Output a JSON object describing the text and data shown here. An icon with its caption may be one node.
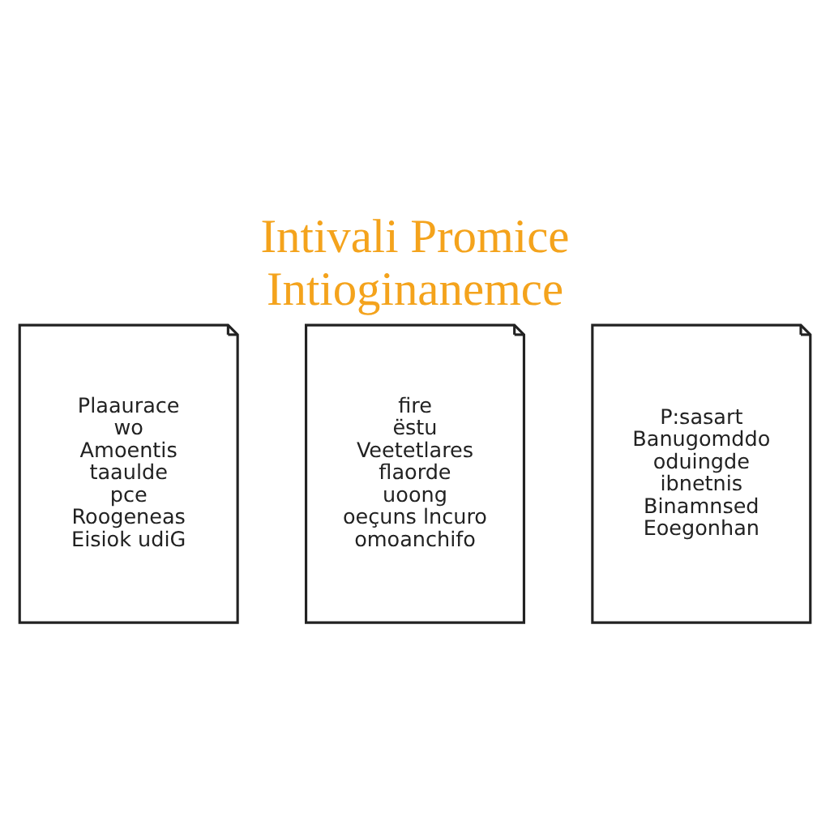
{
  "diagram": {
    "title": "Intivali Promice Intioginanemce",
    "nodes": [
      {
        "text": [
          "Plaaurace",
          "wo",
          "Amoentis",
          "taaulde",
          "pce",
          "Roogeneas",
          "Eisiok udiG"
        ]
      },
      {
        "text": [
          "fire",
          "ëstu",
          "Veetetlares",
          "flaorde",
          "uoong",
          "oeçuns lncuro",
          "omoanchifo"
        ]
      },
      {
        "text": [
          "P:sasart",
          "Banugomddo",
          "oduingde",
          "ibnetnis",
          "Binamnsed",
          "Eoegonhan"
        ]
      }
    ]
  }
}
